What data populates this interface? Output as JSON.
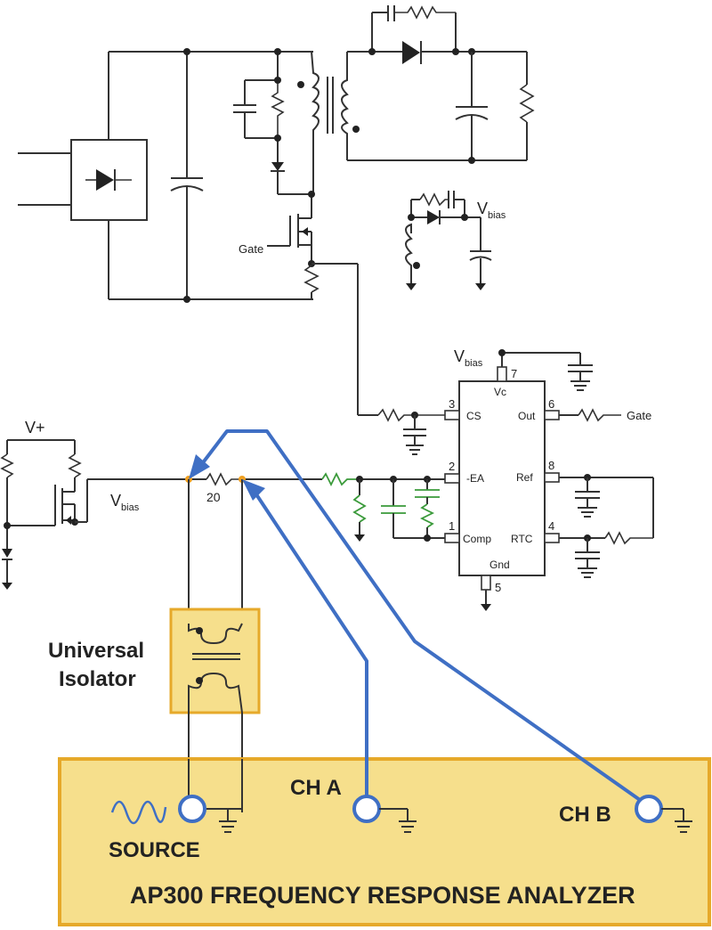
{
  "labels": {
    "gate_upper": "Gate",
    "gate_ic": "Gate",
    "v_plus": "V+",
    "vbias_main": "V",
    "vbias_main_sub": "bias",
    "vbias_top": "V",
    "vbias_top_sub": "bias",
    "vbias_ic": "V",
    "vbias_ic_sub": "bias",
    "resistor_value": "20",
    "isolator_line1": "Universal",
    "isolator_line2": "Isolator",
    "ch_a": "CH A",
    "ch_b": "CH B",
    "source": "SOURCE",
    "analyzer_title": "AP300 FREQUENCY RESPONSE ANALYZER"
  },
  "ic": {
    "pins": [
      {
        "num": "7",
        "name": "Vc"
      },
      {
        "num": "3",
        "name": "CS"
      },
      {
        "num": "2",
        "name": "EA"
      },
      {
        "num": "1",
        "name": "Comp"
      },
      {
        "num": "6",
        "name": "Out"
      },
      {
        "num": "8",
        "name": "Ref"
      },
      {
        "num": "4",
        "name": "RTC"
      },
      {
        "num": "5",
        "name": "Gnd"
      }
    ]
  },
  "colors": {
    "analyzer_fill": "#f6df8c",
    "analyzer_border": "#e6a92a",
    "probe_wire": "#3f6fc4",
    "green_parts": "#3a9a3a",
    "injection_dot": "#f0a020"
  }
}
